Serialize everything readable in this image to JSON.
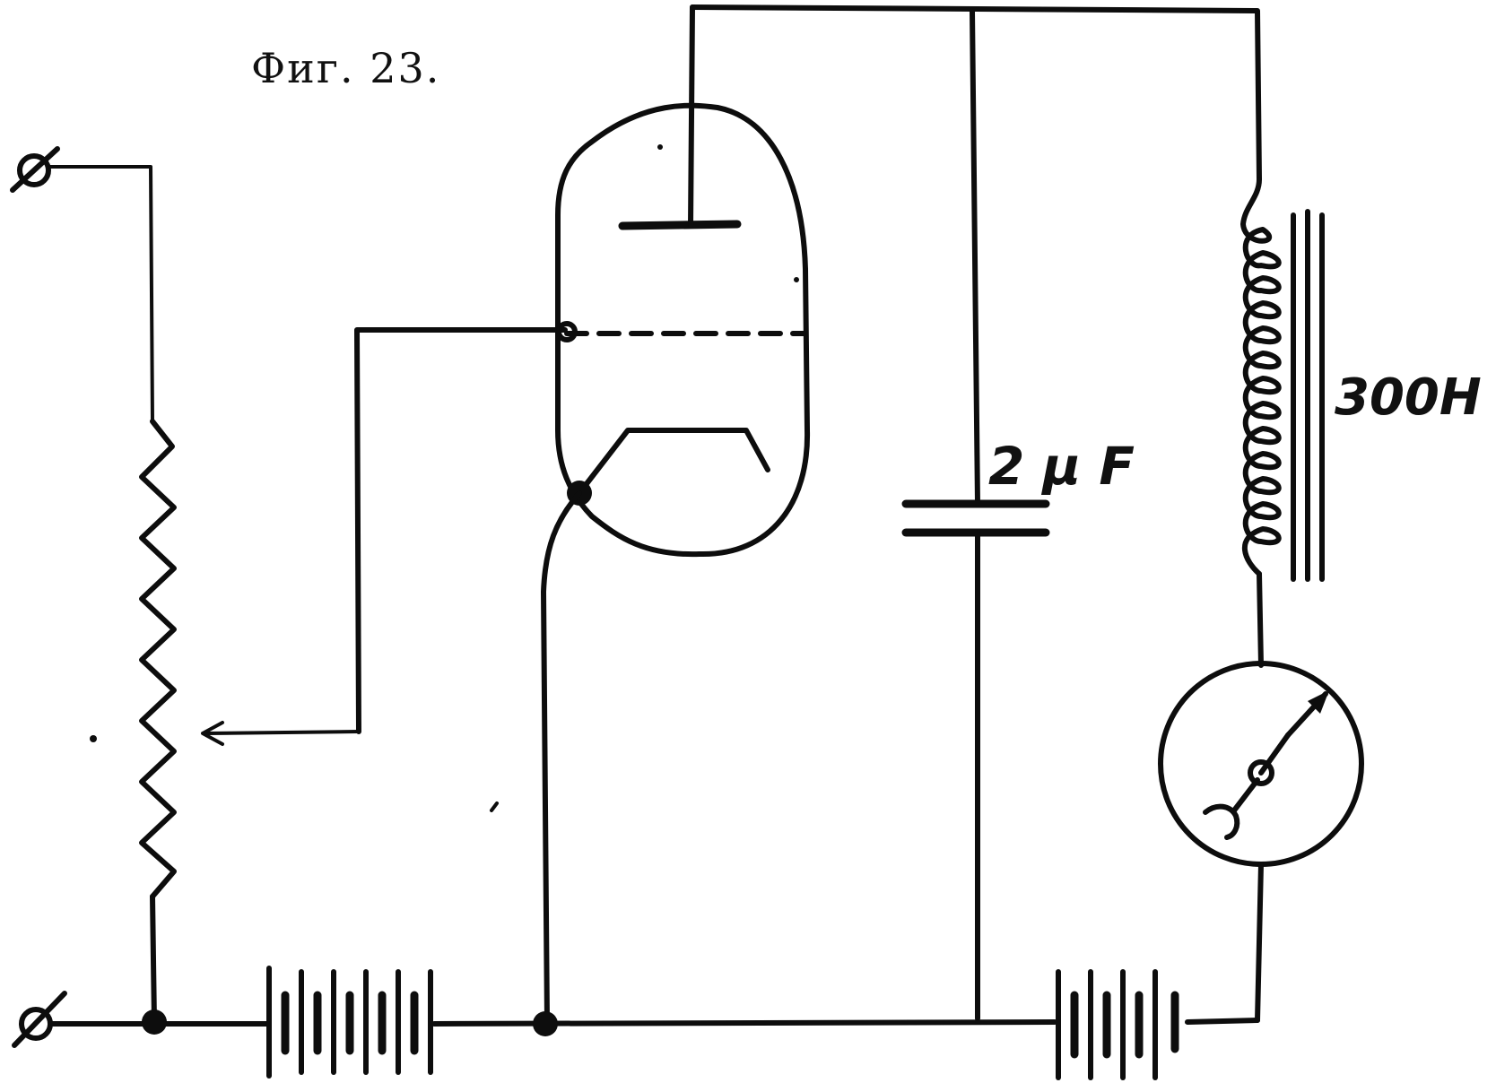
{
  "figure": {
    "caption": "Фиг. 23."
  },
  "components": {
    "capacitor_label": "2 μ F",
    "inductor_label": "300H"
  },
  "colors": {
    "ink": "#0d0d0d",
    "paper": "#ffffff"
  }
}
